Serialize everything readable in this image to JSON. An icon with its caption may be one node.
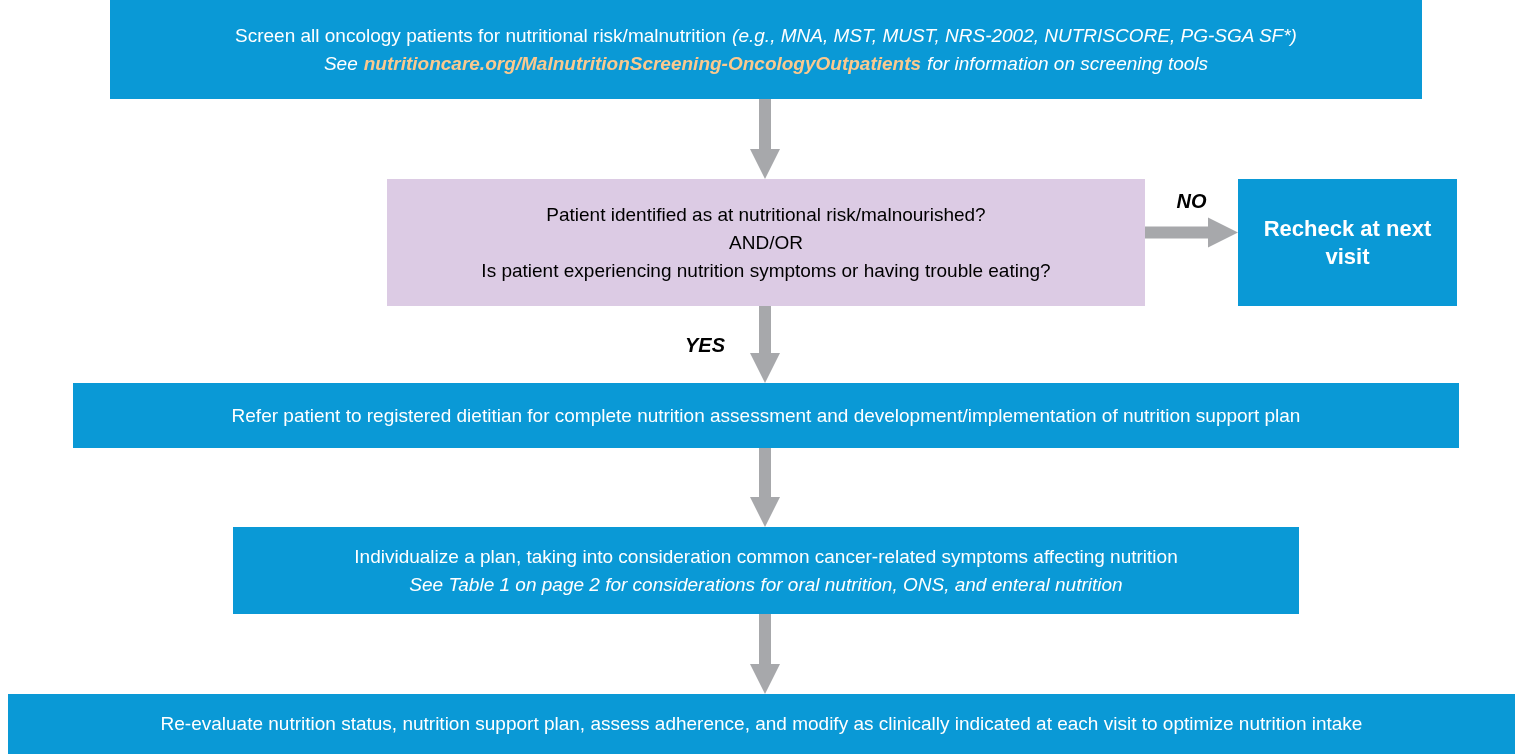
{
  "diagram": {
    "nodes": [
      {
        "text": [
          "Screen all oncology patients for nutritional risk/malnutrition",
          "(e.g., MNA, MST, MUST, NRS-2002, NUTRISCORE, PG-SGA SF*)",
          "See",
          "nutritioncare.org/MalnutritionScreening-OncologyOutpatients",
          "for information on screening tools"
        ]
      },
      {
        "text": [
          "Patient identified as at nutritional risk/malnourished?",
          "AND/OR",
          "Is patient experiencing nutrition symptoms or having trouble eating?"
        ]
      },
      {
        "text": [
          "Recheck at next visit"
        ]
      },
      {
        "text": [
          "Refer patient to registered dietitian for complete nutrition assessment and development/implementation of nutrition support plan"
        ]
      },
      {
        "text": [
          "Individualize a plan, taking into consideration common cancer-related symptoms affecting nutrition",
          "See Table 1 on page 2 for considerations for oral nutrition, ONS, and enteral nutrition"
        ]
      },
      {
        "text": [
          "Re-evaluate nutrition status, nutrition support plan, assess adherence, and modify as clinically indicated at each visit to optimize nutrition intake"
        ]
      }
    ],
    "edges": [
      {
        "from": 0,
        "to": 1,
        "arrow": "to"
      },
      {
        "from": 1,
        "to": 2,
        "arrow": "to",
        "label": "NO"
      },
      {
        "from": 1,
        "to": 3,
        "arrow": "to",
        "label": "YES"
      },
      {
        "from": 3,
        "to": 4,
        "arrow": "to"
      },
      {
        "from": 4,
        "to": 5,
        "arrow": "to"
      }
    ]
  }
}
